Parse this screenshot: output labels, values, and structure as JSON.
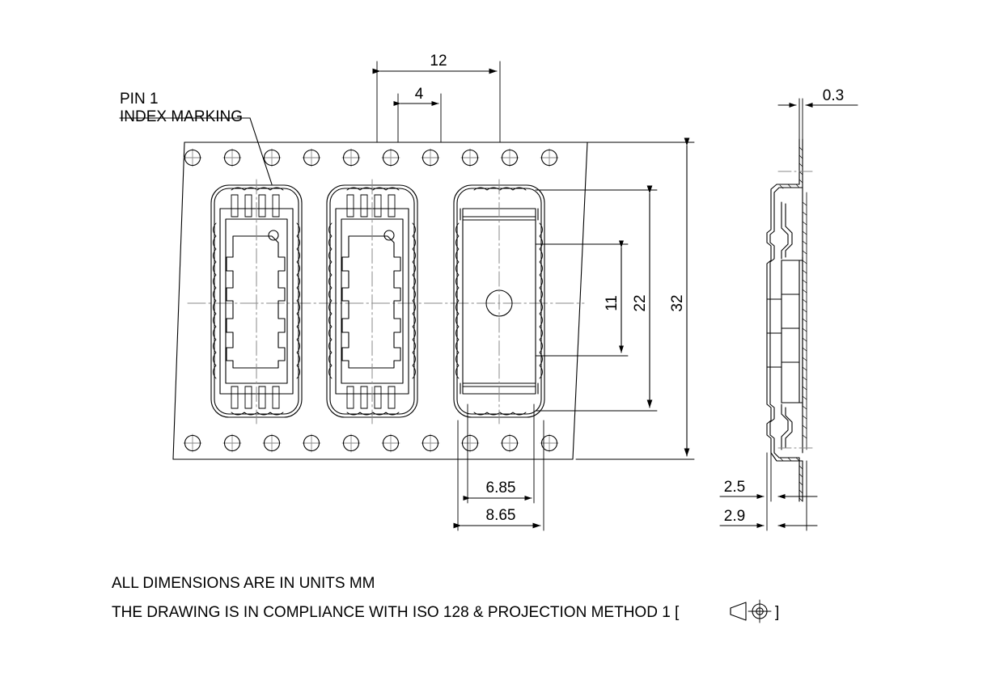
{
  "drawing": {
    "type": "engineering-drawing",
    "subject": "Carrier tape packaging outline for SOIC-style package",
    "units": "MM",
    "projection_method": "1",
    "standard": "ISO 128"
  },
  "annotations": {
    "pin1_line1": "PIN 1",
    "pin1_line2": "INDEX MARKING"
  },
  "notes": {
    "line1": "ALL DIMENSIONS ARE IN UNITS MM",
    "line2_prefix": "THE DRAWING IS IN COMPLIANCE WITH ISO 128 & PROJECTION METHOD 1 [",
    "line2_suffix": "]"
  },
  "dimensions": {
    "top": [
      {
        "name": "pitch-12",
        "value": "12"
      },
      {
        "name": "sprocket-4",
        "value": "4"
      }
    ],
    "right_vertical": [
      {
        "name": "height-11",
        "value": "11"
      },
      {
        "name": "height-22",
        "value": "22"
      },
      {
        "name": "tape-width-32",
        "value": "32"
      }
    ],
    "bottom": [
      {
        "name": "pocket-inner-6-85",
        "value": "6.85"
      },
      {
        "name": "pocket-outer-8-65",
        "value": "8.65"
      }
    ],
    "side_view": [
      {
        "name": "tape-thickness-0-3",
        "value": "0.3"
      },
      {
        "name": "depth-2-5",
        "value": "2.5"
      },
      {
        "name": "depth-2-9",
        "value": "2.9"
      }
    ]
  },
  "views": {
    "plan": {
      "name": "plan-view",
      "pocket_count": 3,
      "sprocket_holes_per_row": 10
    },
    "side": {
      "name": "side-section-view"
    }
  },
  "colors": {
    "line": "#000000",
    "background": "#ffffff",
    "centerline": "#888888"
  }
}
